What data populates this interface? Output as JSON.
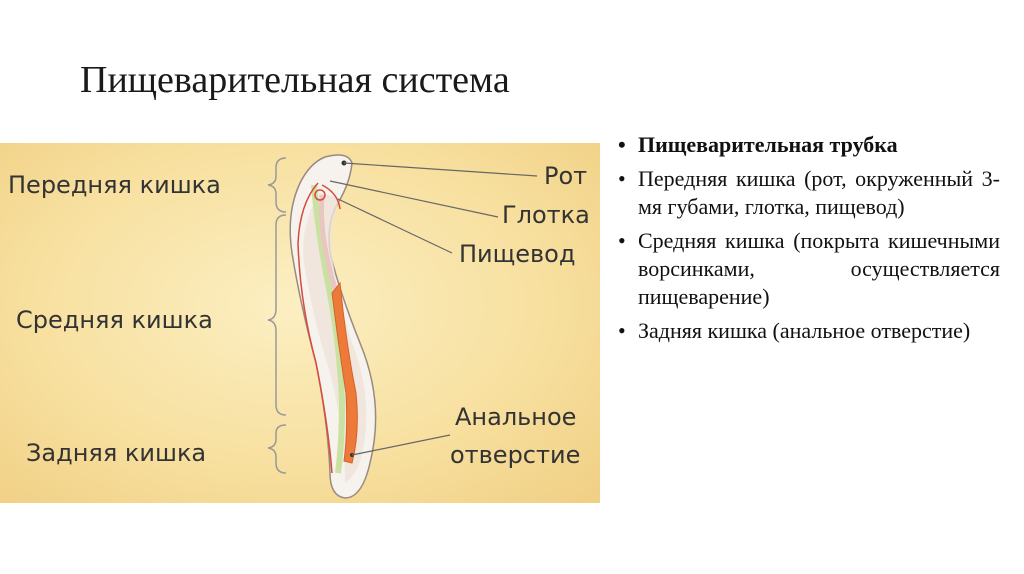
{
  "title": "Пищеварительная система",
  "figure": {
    "left_labels": {
      "fore": "Передняя кишка",
      "mid": "Средняя кишка",
      "hind": "Задняя кишка"
    },
    "right_labels": {
      "mouth": "Рот",
      "pharynx": "Глотка",
      "esophagus": "Пищевод",
      "anus_line1": "Анальное",
      "anus_line2": "отверстие"
    }
  },
  "bullets": [
    {
      "text": "Пищеварительная трубка",
      "bold": true
    },
    {
      "text": "Передняя кишка (рот, окруженный 3-мя губами, глотка, пищевод)",
      "bold": false
    },
    {
      "text": "Средняя кишка (покрыта кишечными ворсинками, осуществляется пищеварение)",
      "bold": false
    },
    {
      "text": "Задняя кишка (анальное отверстие)",
      "bold": false
    }
  ],
  "bullet_glyph": "•",
  "colors": {
    "background_panel": "#f7df9e",
    "gut": "#ee7a3a",
    "body": "#f6f2ee",
    "nerve": "#c9e2a2"
  }
}
